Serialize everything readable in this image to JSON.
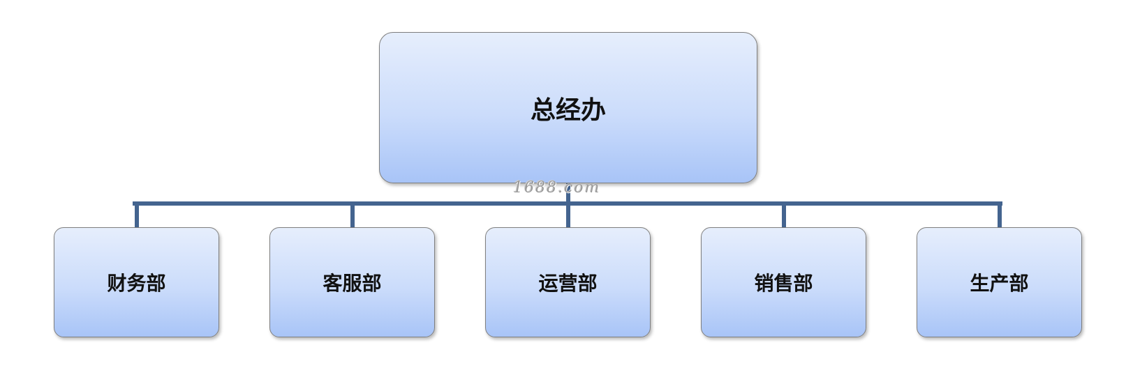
{
  "diagram": {
    "type": "org-chart",
    "connector_color": "#44648f",
    "box_gradient": [
      "#e6eefc",
      "#a8c4f7"
    ],
    "root": {
      "label": "总经办"
    },
    "children": [
      {
        "label": "财务部"
      },
      {
        "label": "客服部"
      },
      {
        "label": "运营部"
      },
      {
        "label": "销售部"
      },
      {
        "label": "生产部"
      }
    ]
  },
  "watermark": {
    "text": "1688.com"
  }
}
